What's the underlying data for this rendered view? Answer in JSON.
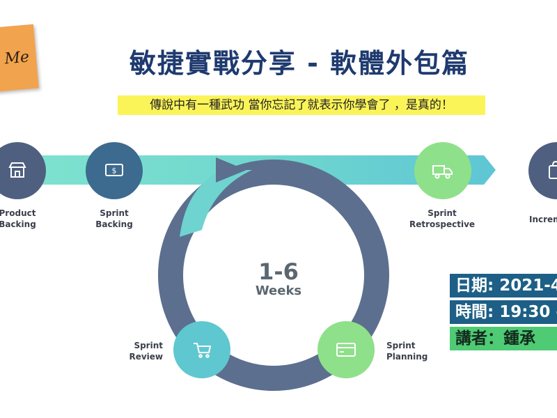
{
  "sticky_note": {
    "text": "Me"
  },
  "title": "敏捷實戰分享 - 軟體外包篇",
  "subtitle": "傳說中有一種武功 當你忘記了就表示你學會了 ，是真的！",
  "stages": {
    "product_backing": {
      "line1": "Product",
      "line2": "Backing",
      "icon": "store-icon"
    },
    "sprint_backing": {
      "line1": "Sprint",
      "line2": "Backing",
      "icon": "money-icon"
    },
    "sprint_retrospective": {
      "line1": "Sprint",
      "line2": "Retrospective",
      "icon": "truck-icon"
    },
    "increment": {
      "line1": "Increm",
      "icon": "bag-icon"
    },
    "sprint_review": {
      "line1": "Sprint",
      "line2": "Review",
      "icon": "cart-icon"
    },
    "sprint_planning": {
      "line1": "Sprint",
      "line2": "Planning",
      "icon": "card-icon"
    }
  },
  "cycle": {
    "duration": "1-6",
    "unit": "Weeks"
  },
  "info": {
    "date": "日期: 2021-4",
    "time": "時間: 19:30 -",
    "speaker": "講者：鍾承"
  },
  "colors": {
    "title": "#1e3a6f",
    "arrow_teal": "#7fe0cf",
    "ring": "#5c6f8e",
    "circle_dark": "#4f5f7f",
    "circle_blue": "#3d6a8f",
    "circle_green": "#8fe08a",
    "circle_cyan": "#5fc7cf",
    "highlight": "#fbf459",
    "info_dark": "#1d5f86",
    "info_green": "#4ecb74"
  }
}
